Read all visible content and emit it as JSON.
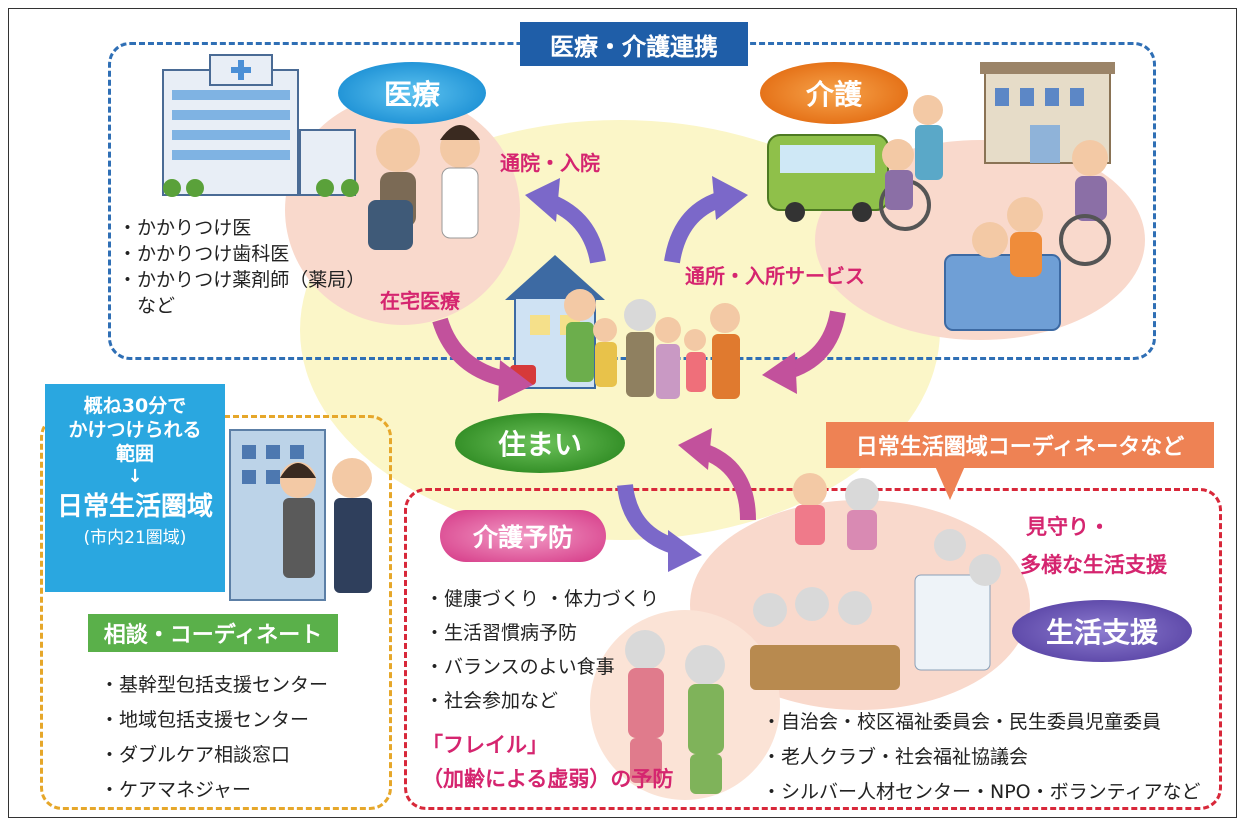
{
  "header": {
    "title": "医療・介護連携"
  },
  "medical": {
    "label": "医療",
    "items": [
      "・かかりつけ医",
      "・かかりつけ歯科医",
      "・かかりつけ薬剤師（薬局）",
      "　など"
    ]
  },
  "care": {
    "label": "介護"
  },
  "home": {
    "label": "住まい"
  },
  "arrows": {
    "visit": "通院・入院",
    "home_care": "在宅医療",
    "day_service": "通所・入所サービス"
  },
  "area_box": {
    "line1": "概ね30分で",
    "line2": "かけつけられる",
    "line3": "範囲",
    "arrow": "↓",
    "line4": "日常生活圏域",
    "line5": "(市内21圏域)"
  },
  "consult": {
    "label": "相談・コーディネート",
    "items": [
      "・基幹型包括支援センター",
      "・地域包括支援センター",
      "・ダブルケア相談窓口",
      "・ケアマネジャー"
    ]
  },
  "coordinator": {
    "label": "日常生活圏域コーディネータなど"
  },
  "prevention": {
    "label": "介護予防",
    "items": [
      "・健康づくり ・体力づくり",
      "・生活習慣病予防",
      "・バランスのよい食事",
      "・社会参加など"
    ],
    "frailty_line1": "「フレイル」",
    "frailty_line2": "（加齢による虚弱）の予防"
  },
  "support": {
    "label": "生活支援",
    "watch_line1": "見守り・",
    "watch_line2": "多様な生活支援",
    "items": [
      "・自治会・校区福祉委員会・民生委員児童委員",
      "・老人クラブ・社会福祉協議会",
      "・シルバー人材センター・NPO・ボランティアなど"
    ]
  },
  "colors": {
    "blue": "#1f5ea8",
    "sky": "#2aa7e0",
    "orange": "#f07f1d",
    "green": "#3f9a34",
    "pink": "#e0569a",
    "purple": "#6b58b0",
    "magenta": "#d5256f"
  }
}
